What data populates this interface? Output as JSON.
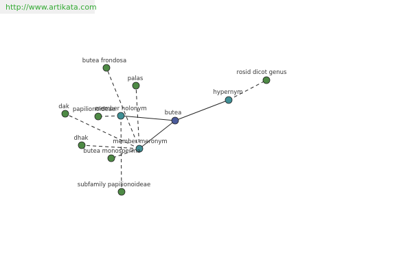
{
  "header": {
    "url": "http://www.artikata.com"
  },
  "colors": {
    "leaf": "#4e8a45",
    "relation": "#3f8f95",
    "center": "#4a5a9a",
    "stroke": "#222222"
  },
  "graph": {
    "center": "butea",
    "nodes": [
      {
        "id": "butea",
        "label": "butea",
        "kind": "center"
      },
      {
        "id": "member_holonym",
        "label": "member holonym",
        "kind": "relation"
      },
      {
        "id": "member_meronym",
        "label": "member meronym",
        "kind": "relation"
      },
      {
        "id": "hypernym",
        "label": "hypernym",
        "kind": "relation"
      },
      {
        "id": "rosid_dicot_genus",
        "label": "rosid dicot genus",
        "kind": "leaf"
      },
      {
        "id": "butea_frondosa",
        "label": "butea frondosa",
        "kind": "leaf"
      },
      {
        "id": "palas",
        "label": "palas",
        "kind": "leaf"
      },
      {
        "id": "dak",
        "label": "dak",
        "kind": "leaf"
      },
      {
        "id": "papilionoideae",
        "label": "papilionoideae",
        "kind": "leaf"
      },
      {
        "id": "dhak",
        "label": "dhak",
        "kind": "leaf"
      },
      {
        "id": "butea_monosperma",
        "label": "butea monosperma",
        "kind": "leaf"
      },
      {
        "id": "subfamily_papilionoideae",
        "label": "subfamily papilionoideae",
        "kind": "leaf"
      }
    ],
    "edges": [
      {
        "from": "butea",
        "to": "member_holonym",
        "style": "solid"
      },
      {
        "from": "butea",
        "to": "member_meronym",
        "style": "solid"
      },
      {
        "from": "butea",
        "to": "hypernym",
        "style": "solid"
      },
      {
        "from": "hypernym",
        "to": "rosid_dicot_genus",
        "style": "dashed"
      },
      {
        "from": "member_holonym",
        "to": "papilionoideae",
        "style": "dashed"
      },
      {
        "from": "member_holonym",
        "to": "subfamily_papilionoideae",
        "style": "dashed"
      },
      {
        "from": "member_meronym",
        "to": "butea_frondosa",
        "style": "dashed"
      },
      {
        "from": "member_meronym",
        "to": "palas",
        "style": "dashed"
      },
      {
        "from": "member_meronym",
        "to": "dak",
        "style": "dashed"
      },
      {
        "from": "member_meronym",
        "to": "dhak",
        "style": "dashed"
      },
      {
        "from": "member_meronym",
        "to": "butea_monosperma",
        "style": "dashed"
      }
    ]
  }
}
